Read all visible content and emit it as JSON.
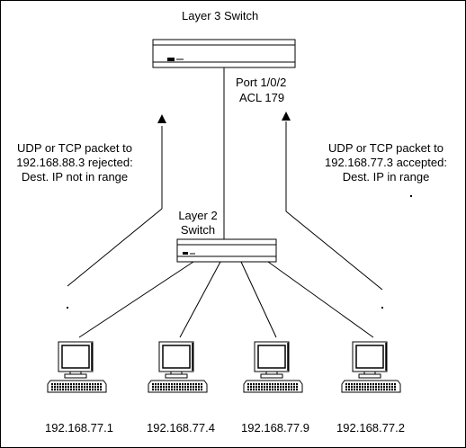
{
  "colors": {
    "background": "#ffffff",
    "ink": "#000000",
    "border": "#000000"
  },
  "layer3_switch": {
    "title": "Layer 3 Switch",
    "port_line": "Port  1/0/2",
    "acl_line": "ACL 179"
  },
  "layer2_switch": {
    "line1": "Layer 2",
    "line2": "Switch"
  },
  "left_note": {
    "line1": "UDP or TCP packet to",
    "line2": "192.168.88.3  rejected:",
    "line3": "Dest.  IP not in range"
  },
  "right_note": {
    "line1": "UDP or TCP packet to",
    "line2": "192.168.77.3  accepted:",
    "line3": "Dest.  IP in range"
  },
  "hosts": [
    {
      "ip": "192.168.77.1",
      "icon": "computer-icon"
    },
    {
      "ip": "192.168.77.4",
      "icon": "computer-icon"
    },
    {
      "ip": "192.168.77.9",
      "icon": "computer-icon"
    },
    {
      "ip": "192.168.77.2",
      "icon": "computer-icon"
    }
  ]
}
